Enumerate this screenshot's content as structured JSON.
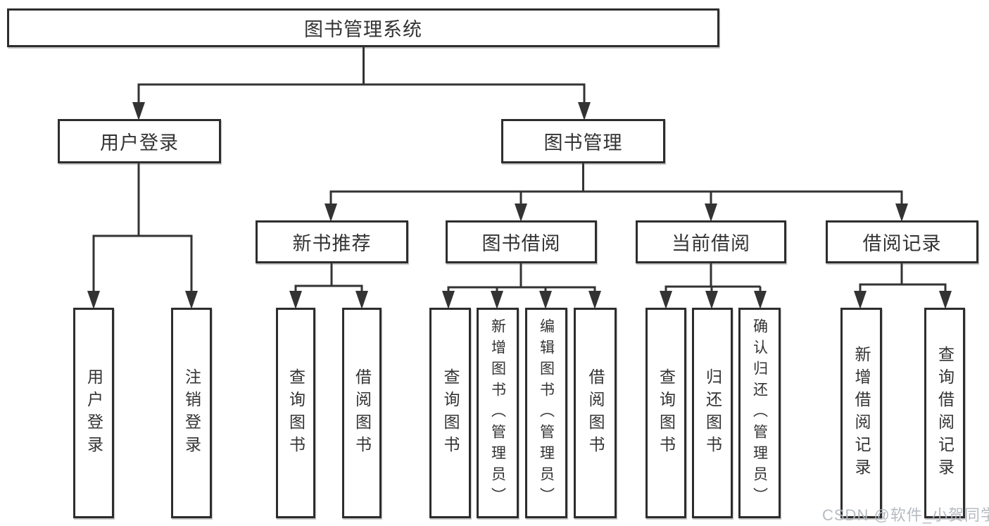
{
  "diagram": {
    "root": {
      "label": "图书管理系统"
    },
    "children": [
      {
        "label": "用户登录",
        "children": [
          {
            "label": "用户登录"
          },
          {
            "label": "注销登录"
          }
        ]
      },
      {
        "label": "图书管理",
        "children": [
          {
            "label": "新书推荐",
            "children": [
              {
                "label": "查询图书"
              },
              {
                "label": "借阅图书"
              }
            ]
          },
          {
            "label": "图书借阅",
            "children": [
              {
                "label": "查询图书"
              },
              {
                "label": "新增图书（管理员）"
              },
              {
                "label": "编辑图书（管理员）"
              },
              {
                "label": "借阅图书"
              }
            ]
          },
          {
            "label": "当前借阅",
            "children": [
              {
                "label": "查询图书"
              },
              {
                "label": "归还图书"
              },
              {
                "label": "确认归还（管理员）"
              }
            ]
          },
          {
            "label": "借阅记录",
            "children": [
              {
                "label": "新增借阅记录"
              },
              {
                "label": "查询借阅记录"
              }
            ]
          }
        ]
      }
    ]
  },
  "watermark": {
    "text": "CSDN @软件_小贺同学"
  },
  "colors": {
    "line": "#333333",
    "box_border": "#2d2d2d",
    "text": "#333333",
    "background": "#ffffff",
    "watermark": "#b2b7be"
  }
}
